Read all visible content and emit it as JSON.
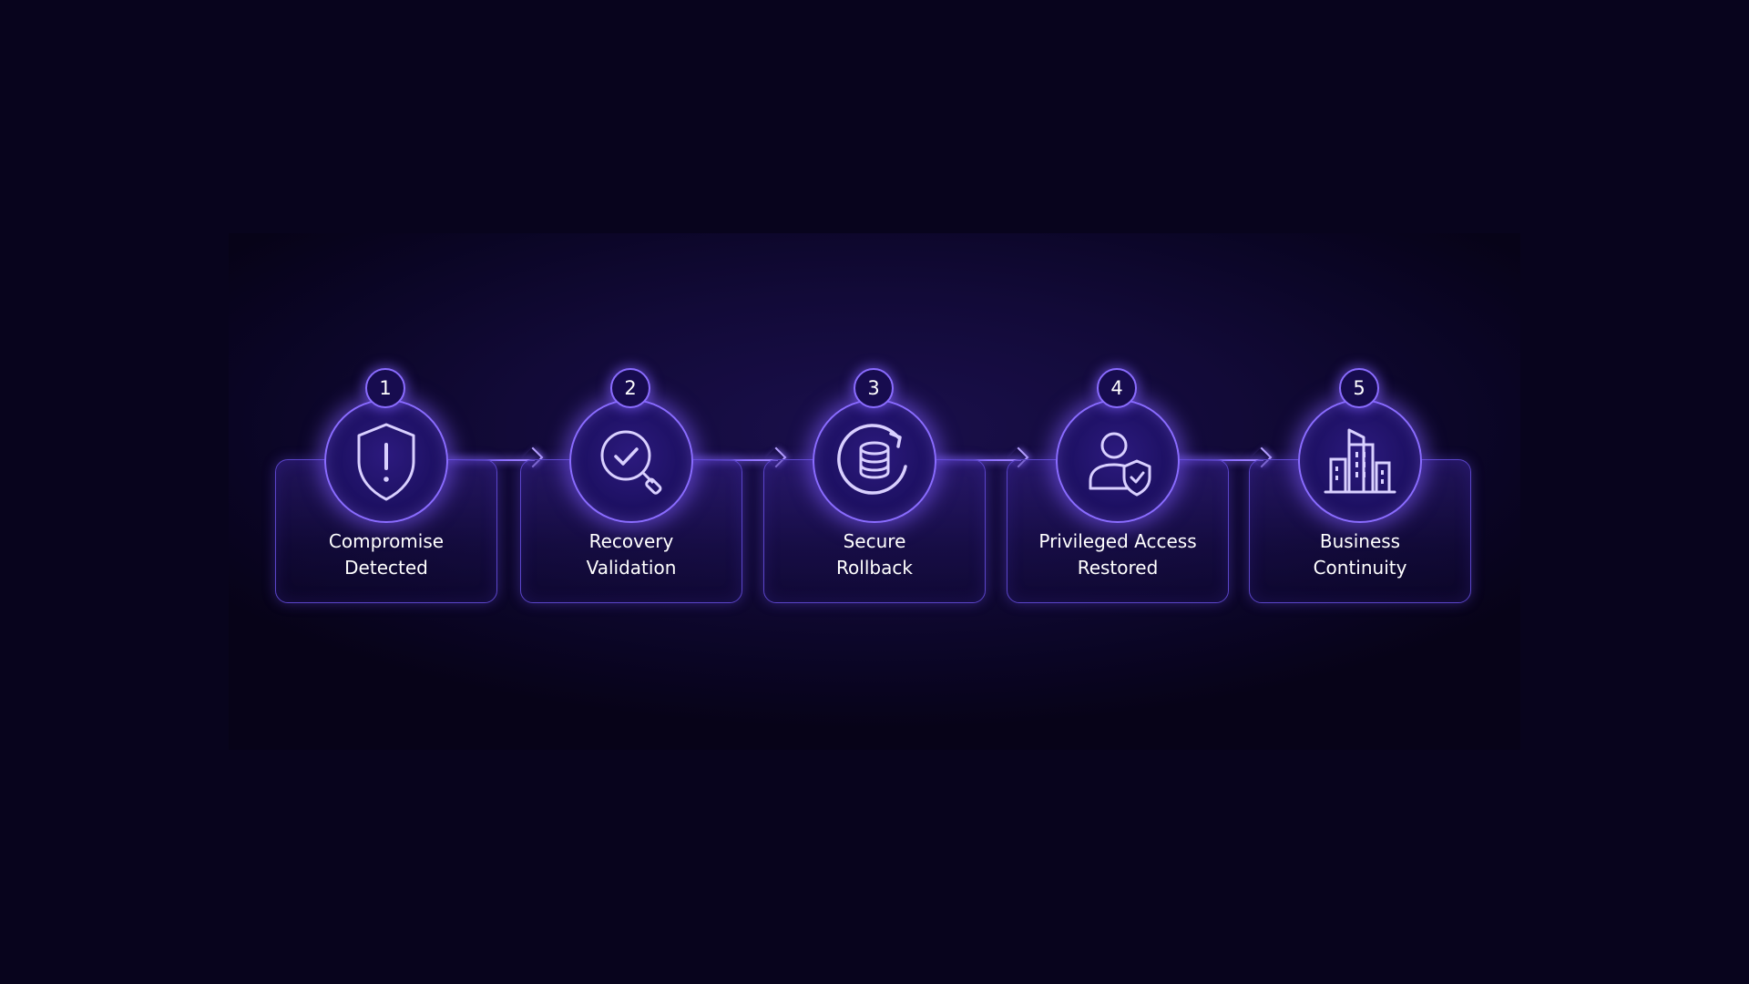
{
  "steps": [
    {
      "number": "1",
      "label_line1": "Compromise",
      "label_line2": "Detected",
      "icon": "shield-alert-icon"
    },
    {
      "number": "2",
      "label_line1": "Recovery",
      "label_line2": "Validation",
      "icon": "magnifier-check-icon"
    },
    {
      "number": "3",
      "label_line1": "Secure",
      "label_line2": "Rollback",
      "icon": "database-refresh-icon"
    },
    {
      "number": "4",
      "label_line1": "Privileged Access",
      "label_line2": "Restored",
      "icon": "user-shield-icon"
    },
    {
      "number": "5",
      "label_line1": "Business",
      "label_line2": "Continuity",
      "icon": "buildings-icon"
    }
  ],
  "colors": {
    "background": "#08041d",
    "accent": "#8a6cff",
    "card_border": "#5b45c9",
    "text": "#ffffff"
  }
}
